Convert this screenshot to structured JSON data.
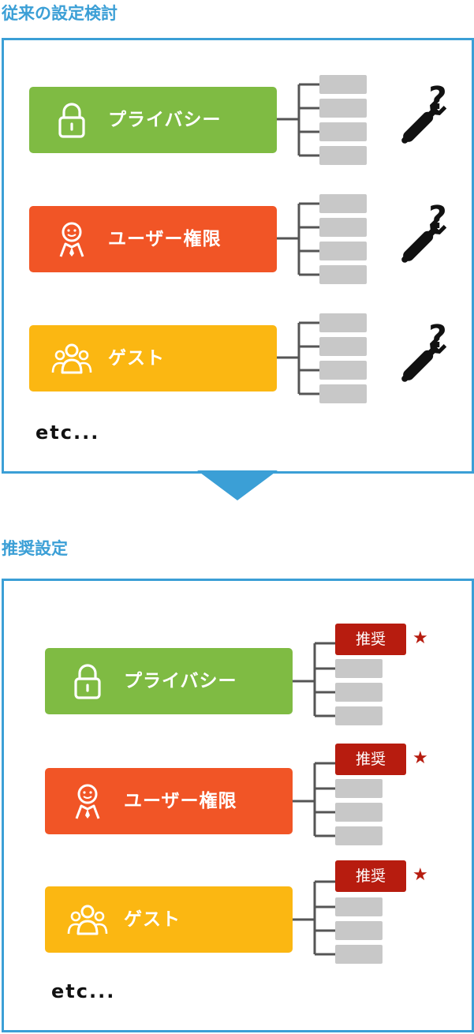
{
  "colors": {
    "accent": "#3b9fd6",
    "privacy": "#7fbb43",
    "user_rights": "#f15526",
    "guest": "#fbb712",
    "recommended": "#b71c0f",
    "slot": "#c8c8c8",
    "tree_line": "#555555"
  },
  "old": {
    "title": "従来の設定検討",
    "categories": [
      {
        "label": "プライバシー",
        "icon": "lock-icon",
        "color": "#7fbb43"
      },
      {
        "label": "ユーザー権限",
        "icon": "person-icon",
        "color": "#f15526"
      },
      {
        "label": "ゲスト",
        "icon": "group-icon",
        "color": "#fbb712"
      }
    ],
    "tool_icon": "wrench-question-icon",
    "etc": "etc..."
  },
  "recommended": {
    "title": "推奨設定",
    "badge_label": "推奨",
    "star": "★",
    "categories": [
      {
        "label": "プライバシー",
        "icon": "lock-icon",
        "color": "#7fbb43"
      },
      {
        "label": "ユーザー権限",
        "icon": "person-icon",
        "color": "#f15526"
      },
      {
        "label": "ゲスト",
        "icon": "group-icon",
        "color": "#fbb712"
      }
    ],
    "etc": "etc..."
  }
}
